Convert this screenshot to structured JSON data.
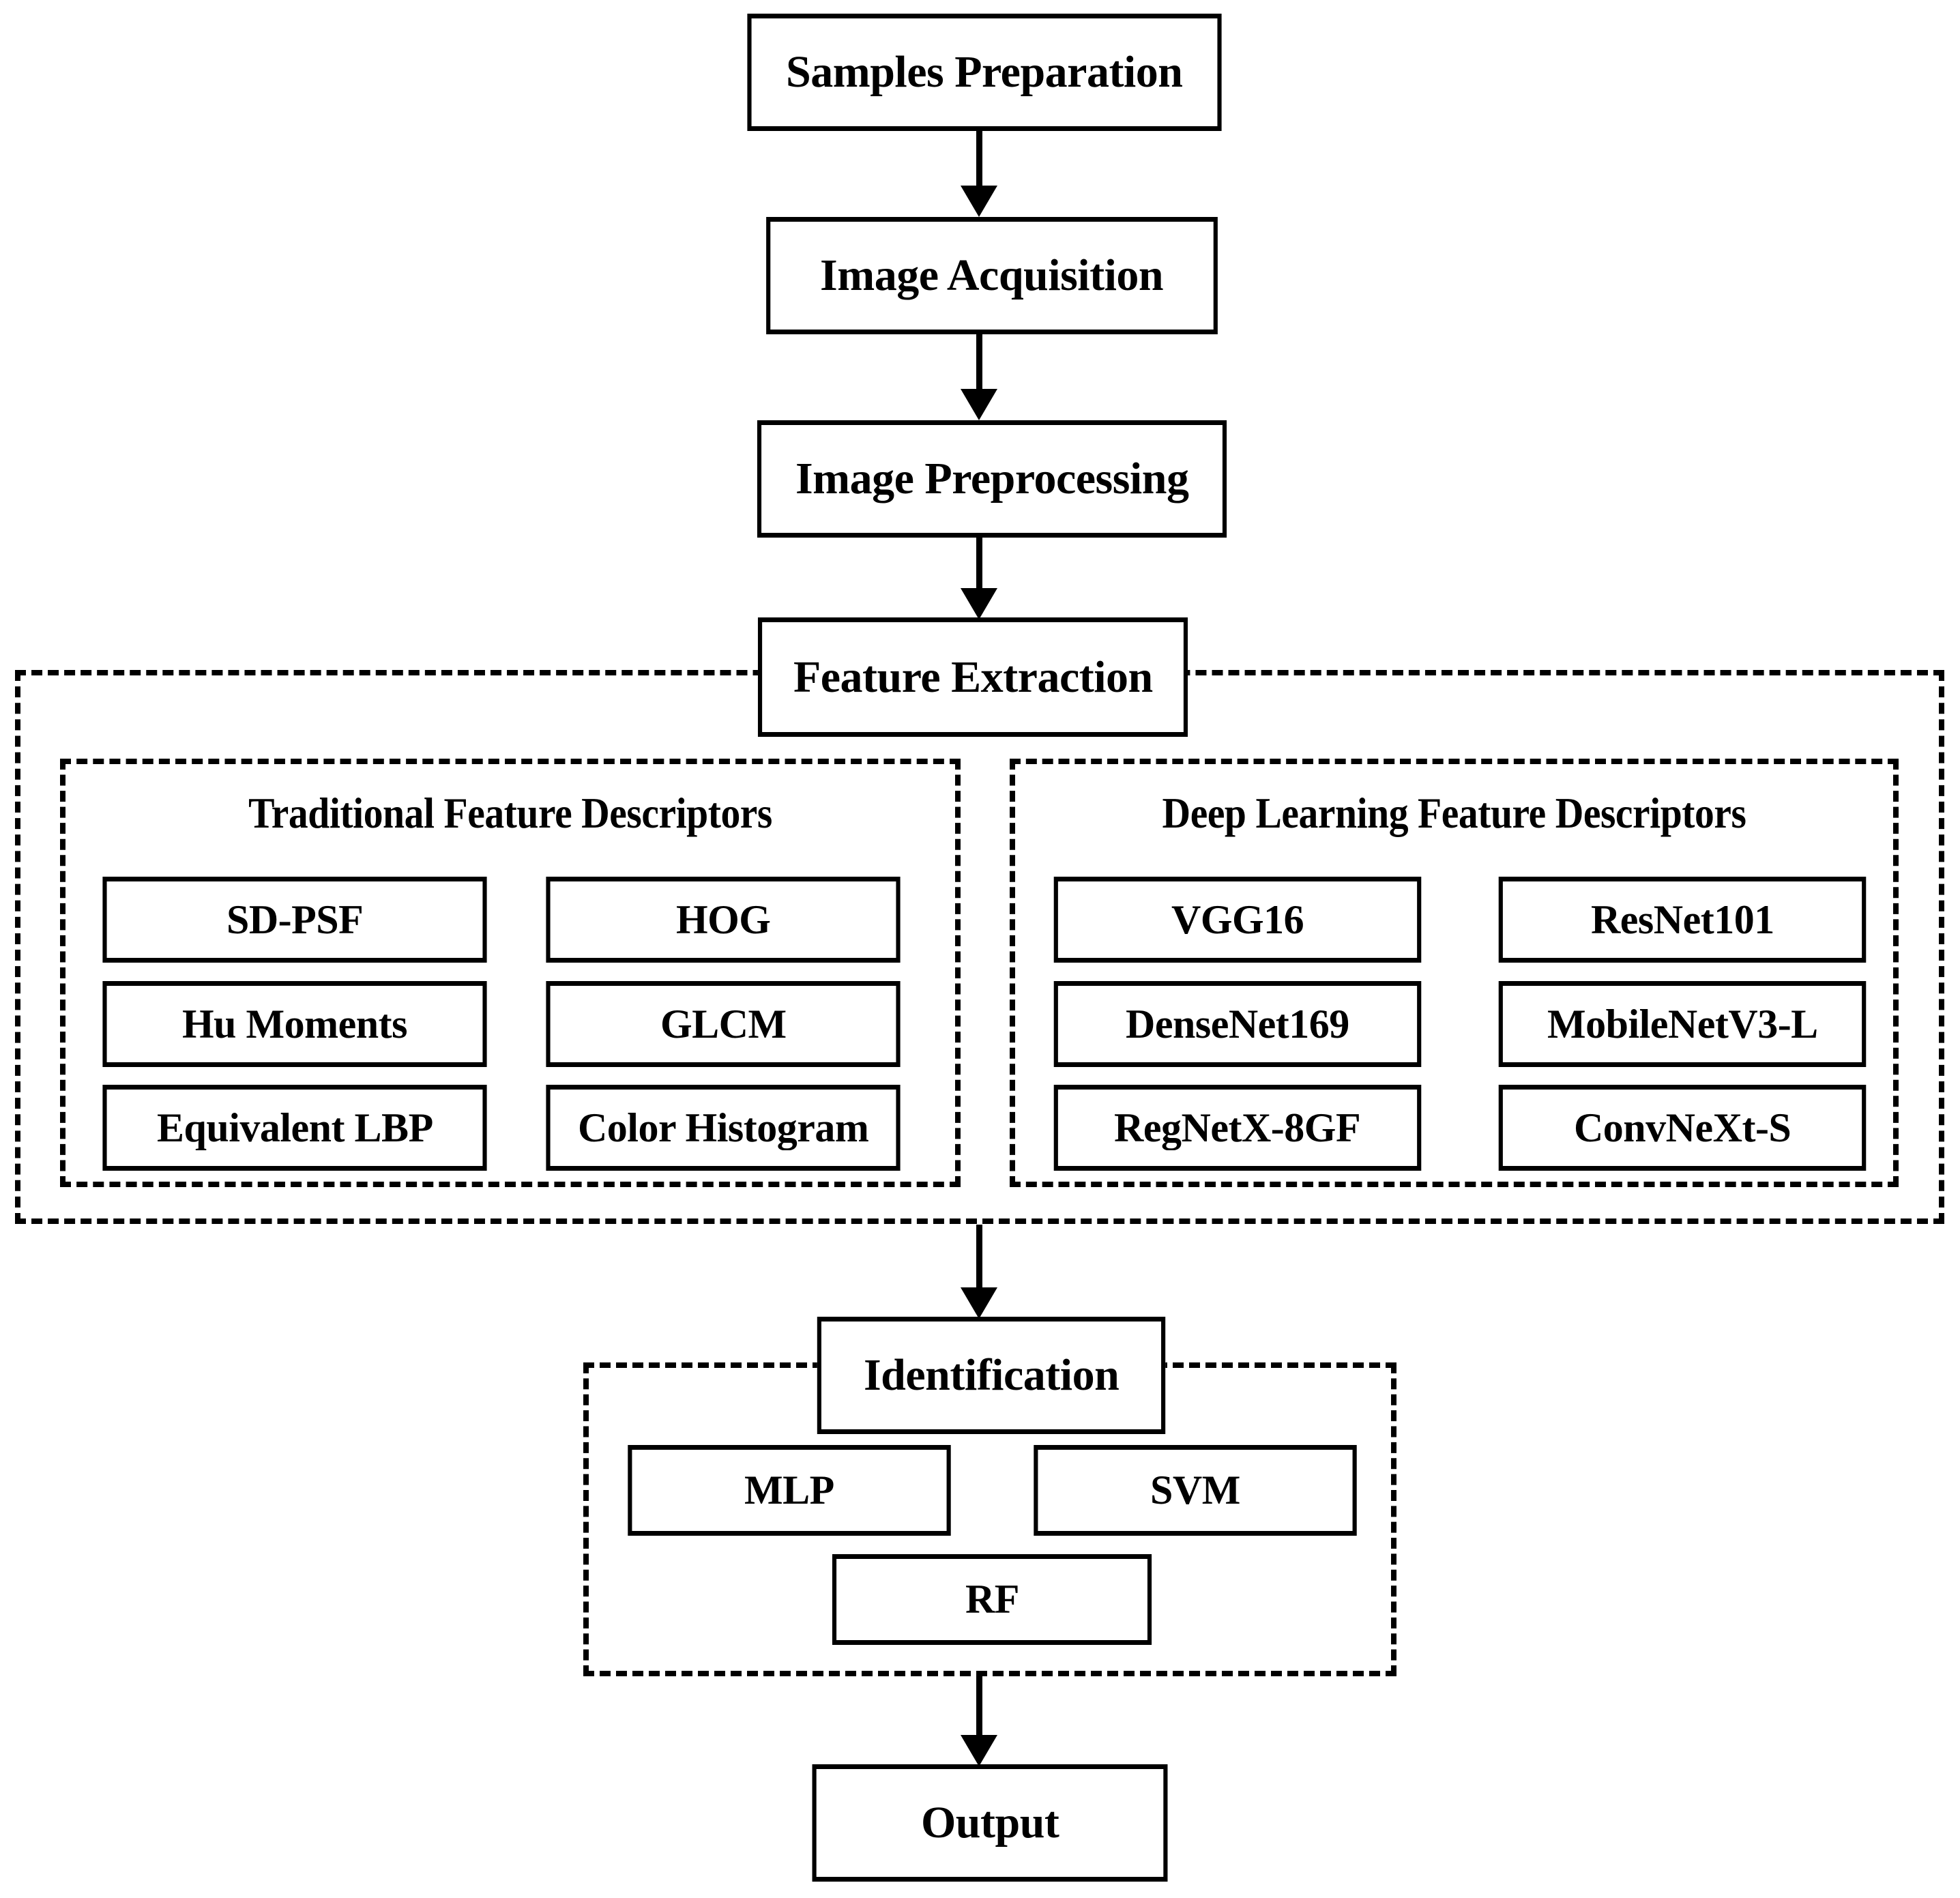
{
  "diagram": {
    "title": "Image recognition pipeline flowchart",
    "accent_color": "#000000",
    "background_color": "#ffffff"
  },
  "nodes": {
    "samples_preparation": "Samples Preparation",
    "image_acquisition": "Image Acquisition",
    "image_preprocessing": "Image Preprocessing",
    "feature_extraction": "Feature Extraction",
    "identification": "Identification",
    "output": "Output"
  },
  "groups": {
    "feature_extraction_group": {
      "traditional": {
        "title": "Traditional Feature Descriptors",
        "items": [
          "SD-PSF",
          "HOG",
          "Hu Moments",
          "GLCM",
          "Equivalent LBP",
          "Color Histogram"
        ]
      },
      "deep_learning": {
        "title": "Deep Learning Feature Descriptors",
        "items": [
          "VGG16",
          "ResNet101",
          "DenseNet169",
          "MobileNetV3-L",
          "RegNetX-8GF",
          "ConvNeXt-S"
        ]
      }
    },
    "identification_group": {
      "items": [
        "MLP",
        "SVM",
        "RF"
      ]
    }
  },
  "flow": {
    "edges": [
      "Samples Preparation -> Image Acquisition",
      "Image Acquisition -> Image Preprocessing",
      "Image Preprocessing -> Feature Extraction",
      "Feature Extraction -> Identification",
      "Identification -> Output"
    ]
  }
}
